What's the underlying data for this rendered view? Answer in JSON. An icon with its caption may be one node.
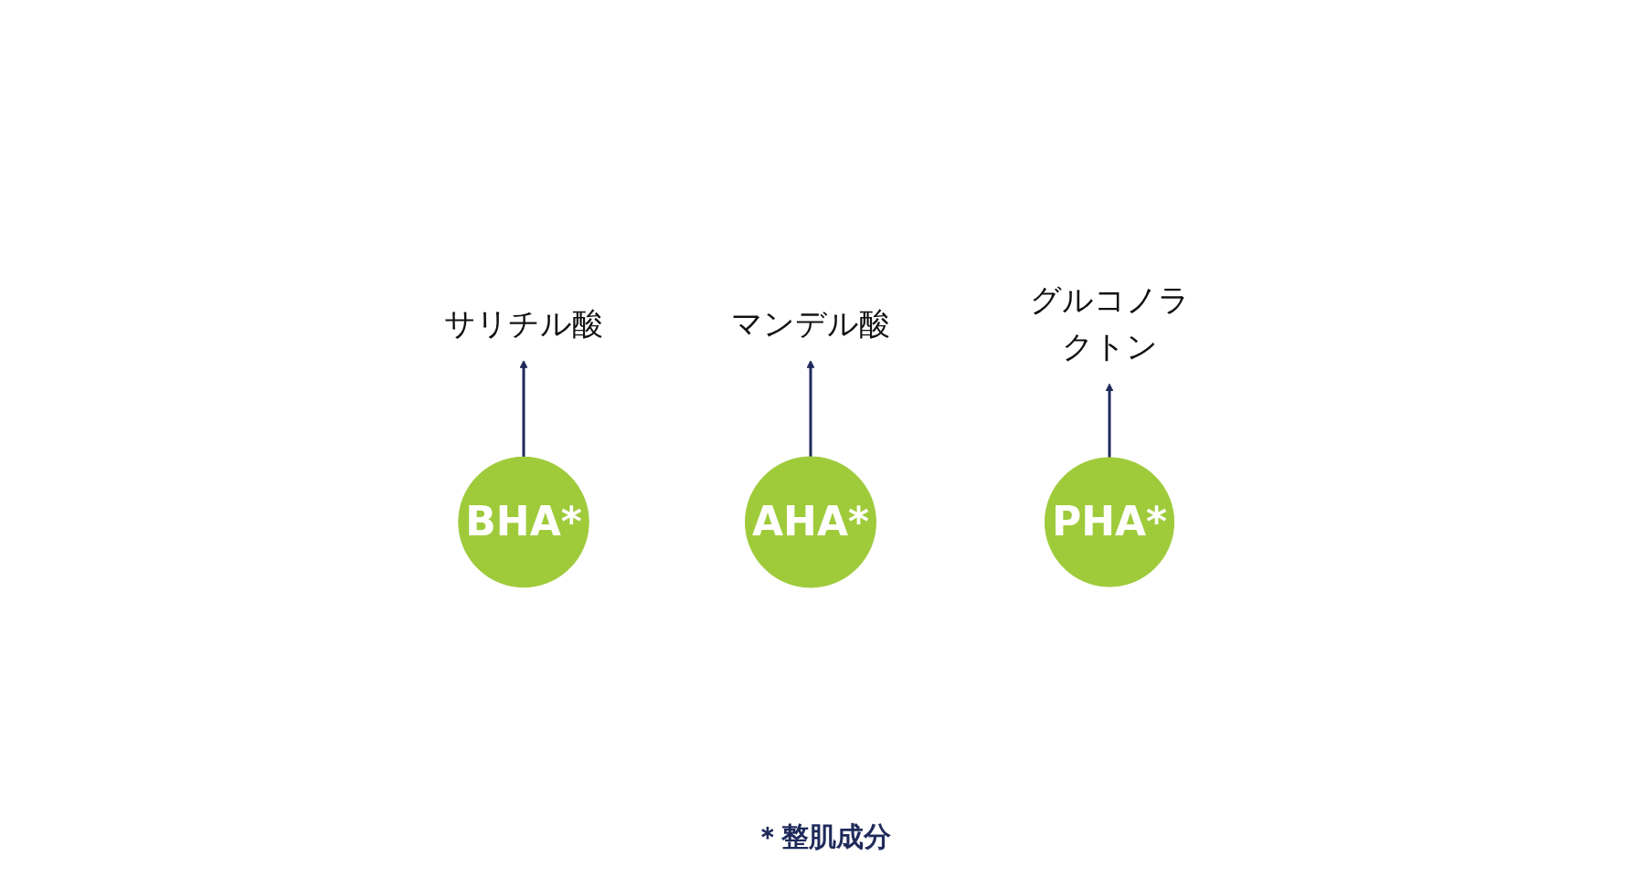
{
  "diagram": {
    "nodes": [
      {
        "text": [
          "サリチル酸"
        ]
      },
      {
        "text": [
          "BHA*"
        ]
      },
      {
        "text": [
          "マンデル酸"
        ]
      },
      {
        "text": [
          "AHA*"
        ]
      },
      {
        "text": [
          "PHA*"
        ]
      },
      {
        "text": [
          "グルコノラクトン"
        ]
      }
    ],
    "edges": [
      {
        "from": 1,
        "to": 0,
        "arrow": "to"
      },
      {
        "from": 3,
        "to": 2,
        "arrow": "to"
      },
      {
        "from": 4,
        "to": 5,
        "arrow": "to"
      }
    ],
    "labels": [
      "＊整肌成分"
    ]
  }
}
